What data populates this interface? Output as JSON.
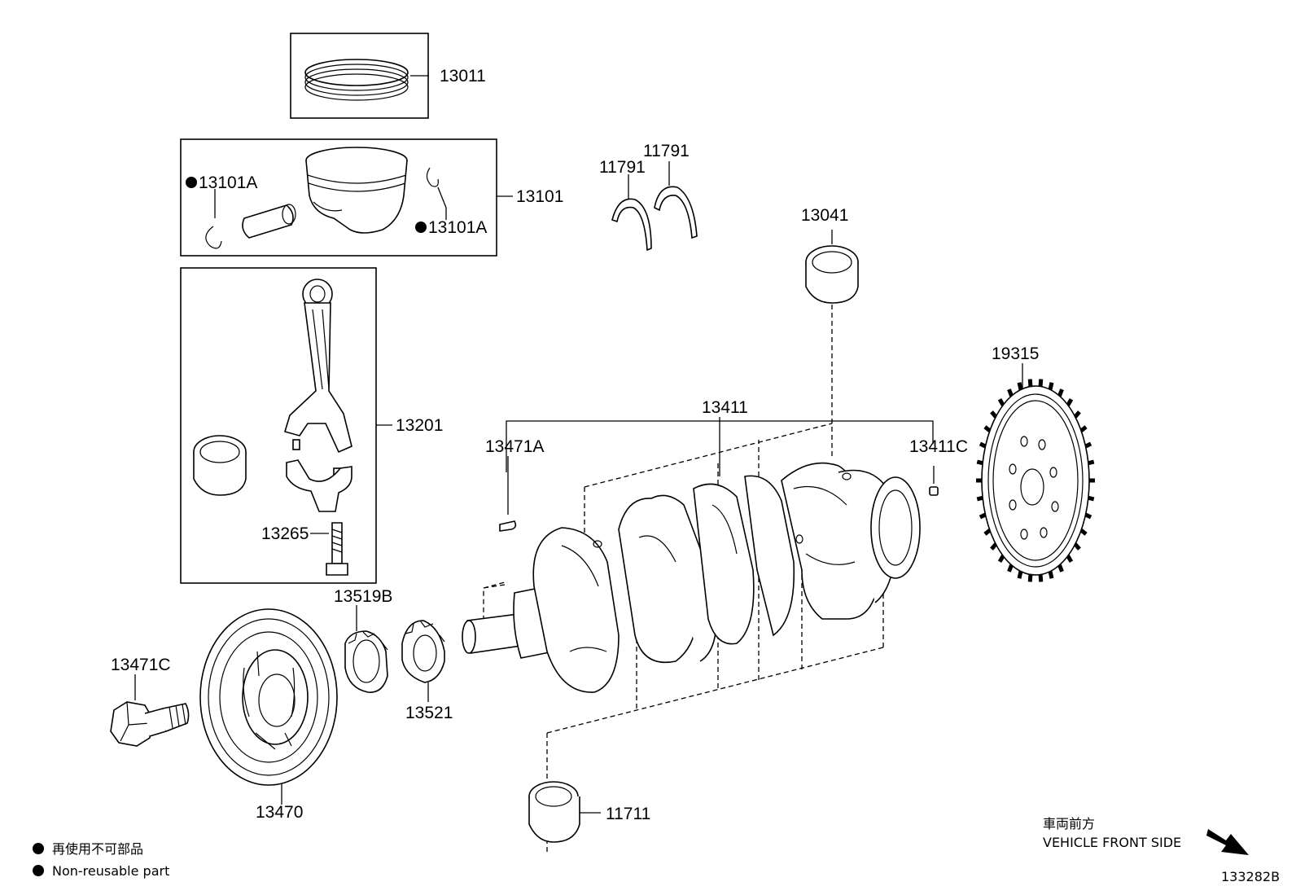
{
  "parts": {
    "p13011": "13011",
    "p13101": "13101",
    "p13101A_left": "13101A",
    "p13101A_right": "13101A",
    "p11791_a": "11791",
    "p11791_b": "11791",
    "p13041": "13041",
    "p13201": "13201",
    "p13265": "13265",
    "p19315": "19315",
    "p13411": "13411",
    "p13471A": "13471A",
    "p13411C": "13411C",
    "p13519B": "13519B",
    "p13471C": "13471C",
    "p13521": "13521",
    "p13470": "13470",
    "p11711": "11711"
  },
  "legend": {
    "jp": "再使用不可部品",
    "en": "Non-reusable part"
  },
  "direction": {
    "jp": "車両前方",
    "en": "VEHICLE FRONT SIDE"
  },
  "diagram_id": "133282B"
}
